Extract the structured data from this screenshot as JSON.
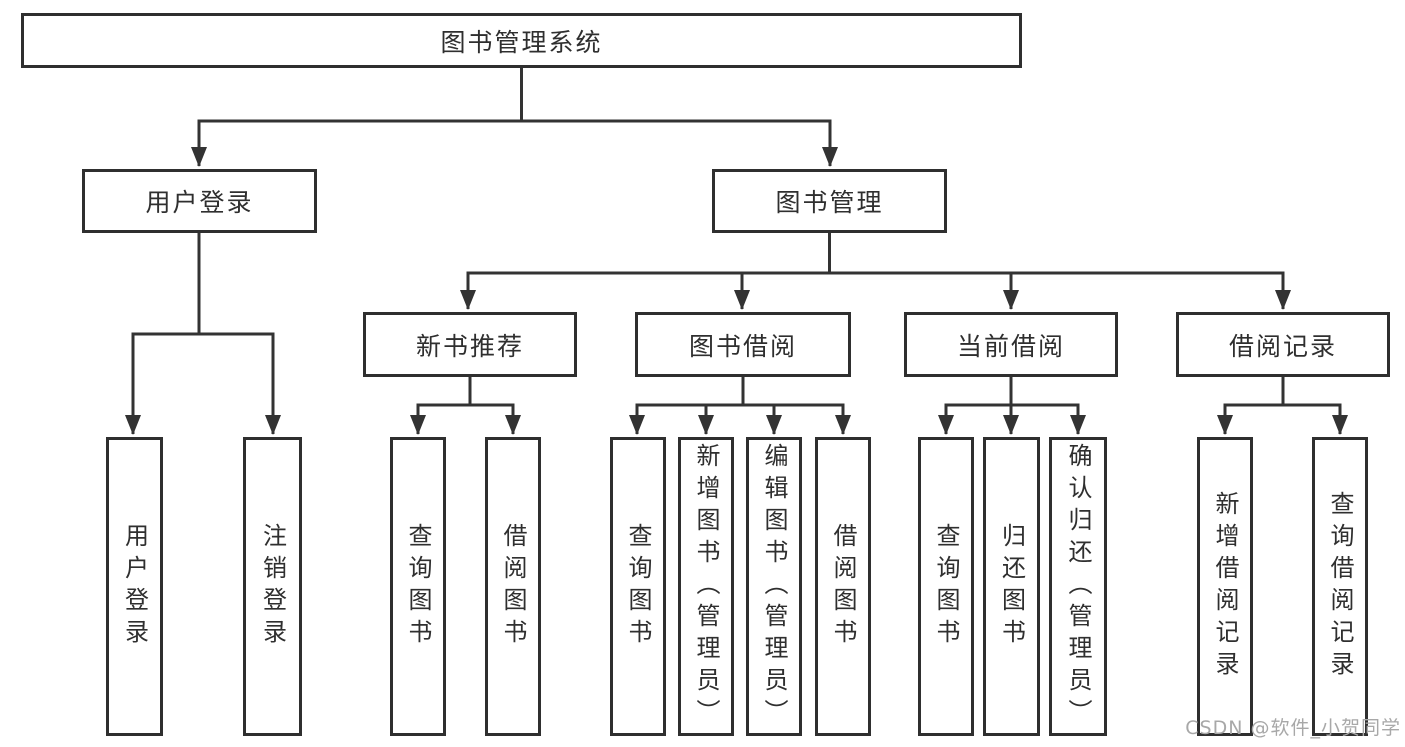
{
  "diagram": {
    "root": {
      "label": "图书管理系统"
    },
    "level2": {
      "user_login": "用户登录",
      "book_management": "图书管理"
    },
    "level3": {
      "new_book_recommend": "新书推荐",
      "book_borrow": "图书借阅",
      "current_borrow": "当前借阅",
      "borrow_records": "借阅记录"
    },
    "leaves": {
      "user_login": "用户登录",
      "logout": "注销登录",
      "nb_query_books": "查询图书",
      "nb_borrow_books": "借阅图书",
      "bb_query_books": "查询图书",
      "bb_add_books_admin": "新增图书（管理员）",
      "bb_edit_books_admin": "编辑图书（管理员）",
      "bb_borrow_books": "借阅图书",
      "cb_query_books": "查询图书",
      "cb_return_books": "归还图书",
      "cb_confirm_return_admin": "确认归还（管理员）",
      "br_add_record": "新增借阅记录",
      "br_query_record": "查询借阅记录"
    }
  },
  "watermark": {
    "text": "CSDN @软件_小贺同学"
  },
  "colors": {
    "line": "#333333",
    "box_border": "#2f2f2f",
    "text": "#2f2f2f",
    "background": "#ffffff",
    "watermark": "#a8a8a8"
  }
}
